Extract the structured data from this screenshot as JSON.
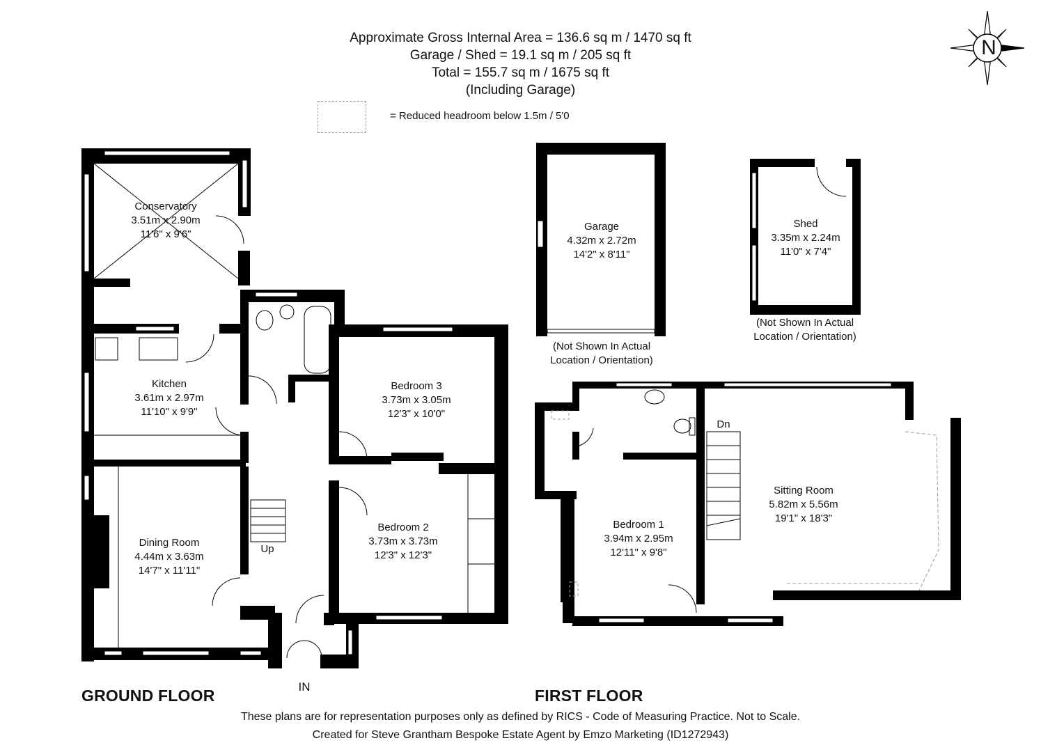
{
  "header": {
    "gross_area": "Approximate Gross Internal Area = 136.6 sq m / 1470 sq ft",
    "garage_shed": "Garage / Shed = 19.1 sq m / 205 sq ft",
    "total": "Total = 155.7 sq m / 1675 sq ft",
    "including": "(Including Garage)"
  },
  "legend": {
    "reduced_headroom": "= Reduced headroom below 1.5m / 5'0"
  },
  "compass": {
    "north": "N"
  },
  "rooms": {
    "conservatory": {
      "name": "Conservatory",
      "metric": "3.51m x 2.90m",
      "imperial": "11'6\" x 9'6\""
    },
    "kitchen": {
      "name": "Kitchen",
      "metric": "3.61m x 2.97m",
      "imperial": "11'10\" x 9'9\""
    },
    "dining": {
      "name": "Dining Room",
      "metric": "4.44m x 3.63m",
      "imperial": "14'7\" x 11'11\""
    },
    "bedroom3": {
      "name": "Bedroom 3",
      "metric": "3.73m x 3.05m",
      "imperial": "12'3\" x 10'0\""
    },
    "bedroom2": {
      "name": "Bedroom 2",
      "metric": "3.73m x 3.73m",
      "imperial": "12'3\" x 12'3\""
    },
    "garage": {
      "name": "Garage",
      "metric": "4.32m x 2.72m",
      "imperial": "14'2\" x 8'11\""
    },
    "shed": {
      "name": "Shed",
      "metric": "3.35m x 2.24m",
      "imperial": "11'0\" x 7'4\""
    },
    "bedroom1": {
      "name": "Bedroom 1",
      "metric": "3.94m x 2.95m",
      "imperial": "12'11\" x 9'8\""
    },
    "sitting": {
      "name": "Sitting Room",
      "metric": "5.82m x 5.56m",
      "imperial": "19'1\" x 18'3\""
    }
  },
  "notes": {
    "garage_line1": "(Not Shown In Actual",
    "garage_line2": "Location / Orientation)",
    "shed_line1": "(Not Shown In Actual",
    "shed_line2": "Location / Orientation)"
  },
  "labels": {
    "up": "Up",
    "dn": "Dn",
    "in": "IN"
  },
  "floors": {
    "ground": "GROUND FLOOR",
    "first": "FIRST FLOOR"
  },
  "footer": {
    "disclaimer": "These plans are for representation purposes only as defined by RICS - Code of Measuring Practice. Not to Scale.",
    "credit": "Created for Steve Grantham Bespoke Estate Agent by Emzo Marketing (ID1272943)"
  },
  "colors": {
    "wall": "#000000",
    "window": "#ffffff",
    "dashed": "#9a9a9a"
  }
}
